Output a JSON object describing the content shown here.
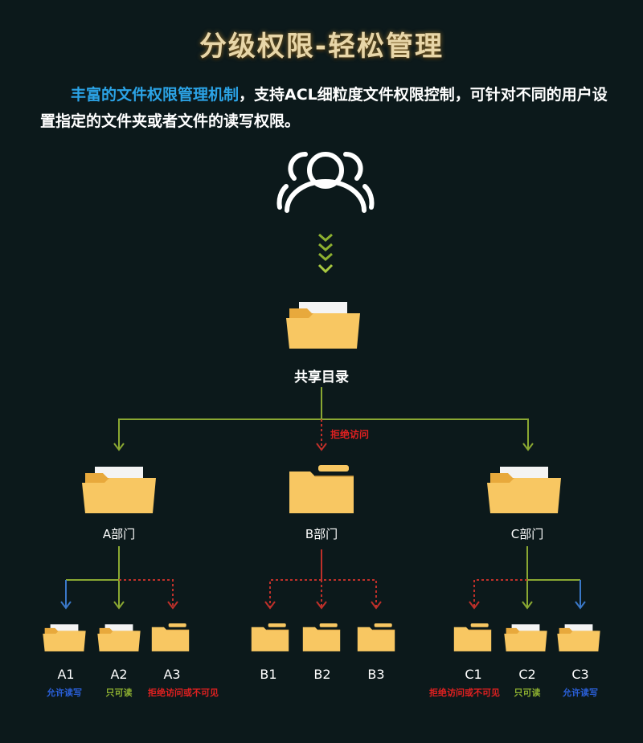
{
  "title": "分级权限-轻松管理",
  "description": {
    "highlight": "丰富的文件权限管理机制",
    "rest": "，支持ACL细粒度文件权限控制，可针对不同的用户设置指定的文件夹或者文件的读写权限。"
  },
  "root": {
    "label": "共享目录",
    "icon": "users-icon"
  },
  "deny_label": "拒绝访问",
  "departments": [
    {
      "label": "A部门",
      "children": [
        {
          "label": "A1",
          "perm": "允许读写"
        },
        {
          "label": "A2",
          "perm": "只可读"
        },
        {
          "label": "A3",
          "perm": "拒绝访问或不可见"
        }
      ]
    },
    {
      "label": "B部门",
      "children": [
        {
          "label": "B1"
        },
        {
          "label": "B2"
        },
        {
          "label": "B3"
        }
      ]
    },
    {
      "label": "C部门",
      "children": [
        {
          "label": "C1",
          "perm": "拒绝访问或不可见"
        },
        {
          "label": "C2",
          "perm": "只可读"
        },
        {
          "label": "C3",
          "perm": "允许读写"
        }
      ]
    }
  ],
  "colors": {
    "allow_rw": "#2a5fd8",
    "read_only": "#8db030",
    "deny": "#e02020",
    "folder": "#f7c35a",
    "line_green": "#8aa832"
  }
}
